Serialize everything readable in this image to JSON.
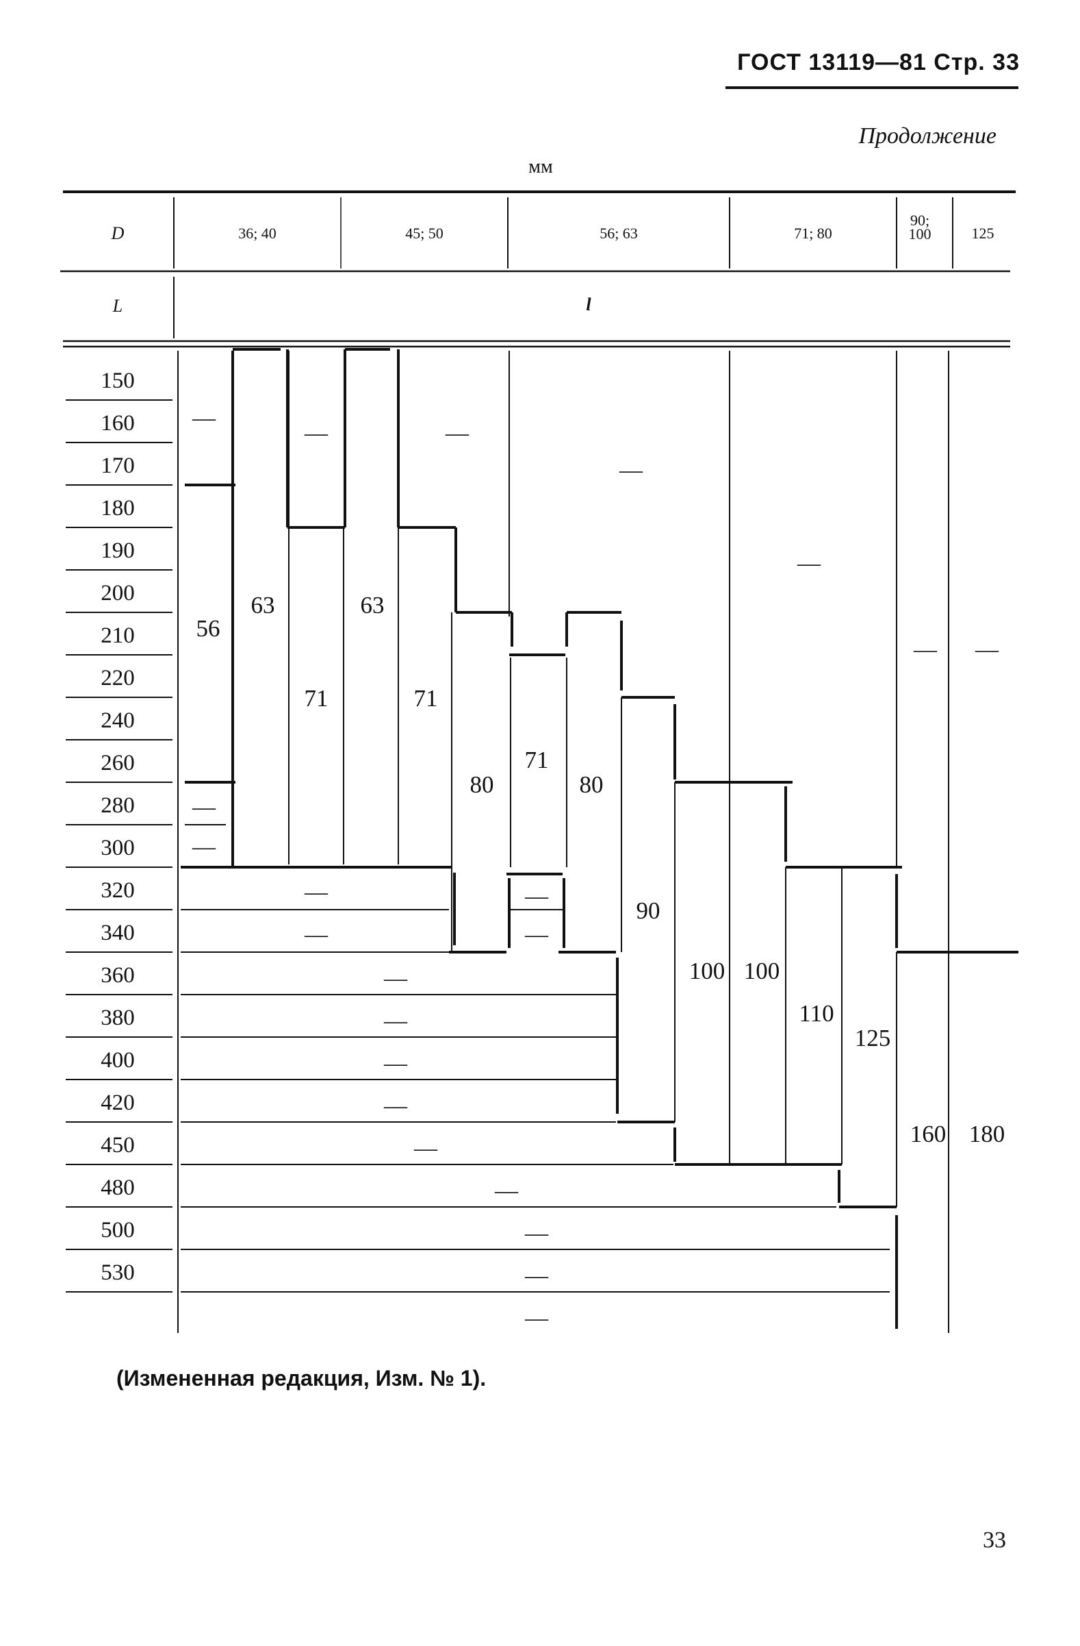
{
  "header": {
    "standard": "ГОСТ 13119—81 Стр. 33",
    "continuation": "Продолжение",
    "unit": "мм"
  },
  "table": {
    "d_label": "D",
    "l_label": "L",
    "small_l_label": "l",
    "diameters": [
      "36; 40",
      "45; 50",
      "56; 63",
      "71; 80",
      "90; 100",
      "125"
    ],
    "lengths": [
      "150",
      "160",
      "170",
      "180",
      "190",
      "200",
      "210",
      "220",
      "240",
      "260",
      "280",
      "300",
      "320",
      "340",
      "360",
      "380",
      "400",
      "420",
      "450",
      "480",
      "500",
      "530"
    ],
    "values": [
      "56",
      "63",
      "71",
      "63",
      "71",
      "80",
      "71",
      "80",
      "90",
      "100",
      "100",
      "110",
      "125",
      "160",
      "180"
    ],
    "dash": "—"
  },
  "footnote": "(Измененная редакция, Изм. № 1).",
  "page_number": "33"
}
